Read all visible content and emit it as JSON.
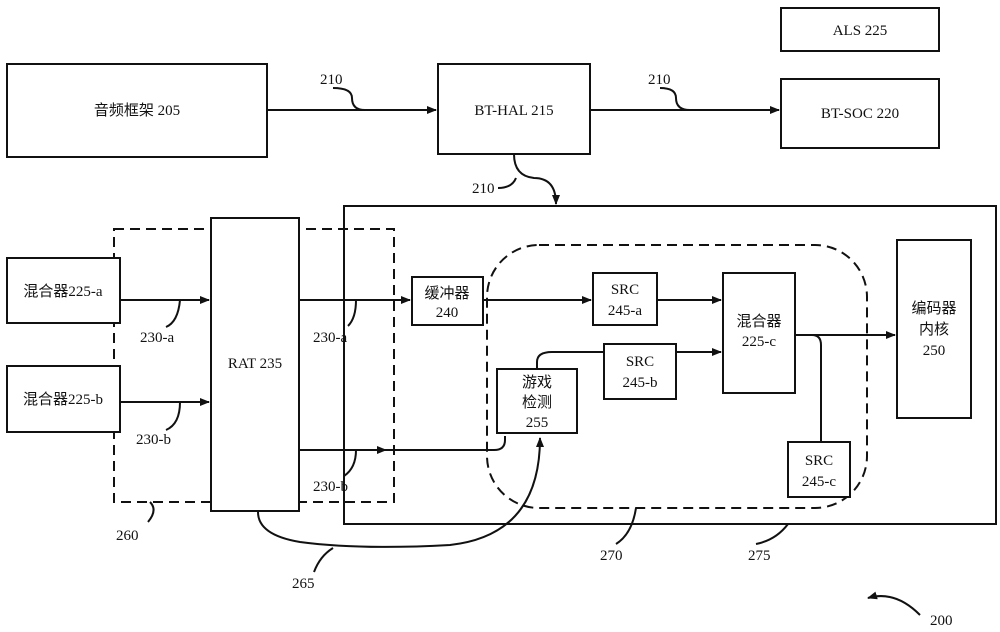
{
  "blocks": {
    "als": "ALS 225",
    "audio_framework": "音频框架  205",
    "bt_hal": "BT-HAL 215",
    "bt_soc": "BT-SOC 220",
    "mixer_a": "混合器225-a",
    "mixer_b": "混合器225-b",
    "rat": "RAT 235",
    "buffer_line1": "缓冲器",
    "buffer_line2": "240",
    "src_a_line1": "SRC",
    "src_a_line2": "245-a",
    "src_b_line1": "SRC",
    "src_b_line2": "245-b",
    "src_c_line1": "SRC",
    "src_c_line2": "245-c",
    "game_line1": "游戏",
    "game_line2": "检测",
    "game_line3": "255",
    "mixer_c_line1": "混合器",
    "mixer_c_line2": "225-c",
    "codec_line1": "编码器",
    "codec_line2": "内核",
    "codec_line3": "250"
  },
  "labels": {
    "l210_a": "210",
    "l210_b": "210",
    "l210_c": "210",
    "l230a_left": "230-a",
    "l230b_left": "230-b",
    "l230a_right": "230-a",
    "l230b_right": "230-b",
    "l260": "260",
    "l265": "265",
    "l270": "270",
    "l275": "275",
    "l200": "200"
  }
}
